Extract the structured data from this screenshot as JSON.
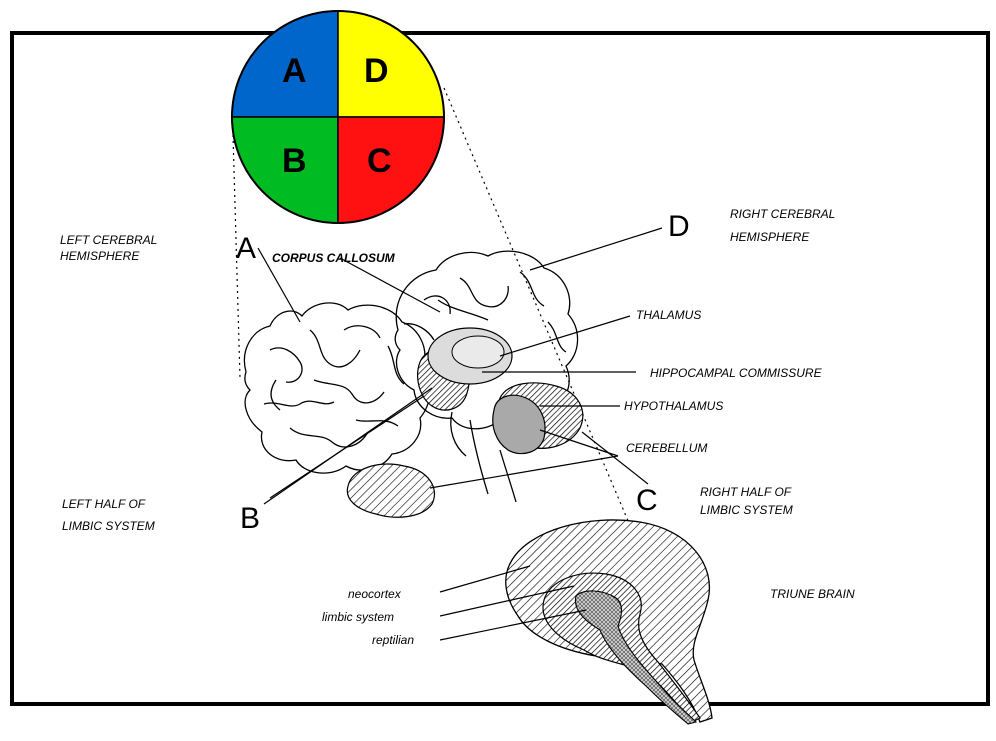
{
  "quadrants": [
    {
      "letter": "A",
      "color": "#0066cc"
    },
    {
      "letter": "D",
      "color": "#ffff00"
    },
    {
      "letter": "B",
      "color": "#00bb22"
    },
    {
      "letter": "C",
      "color": "#ff1111"
    }
  ],
  "markers": {
    "a": "A",
    "b": "B",
    "c": "C",
    "d": "D"
  },
  "labels": {
    "left_hemisphere": [
      "LEFT CEREBRAL",
      "HEMISPHERE"
    ],
    "right_hemisphere": [
      "RIGHT CEREBRAL",
      "HEMISPHERE"
    ],
    "left_limbic": [
      "LEFT HALF OF",
      "LIMBIC SYSTEM"
    ],
    "right_limbic": [
      "RIGHT HALF OF",
      "LIMBIC SYSTEM"
    ],
    "corpus_callosum": "CORPUS CALLOSUM",
    "thalamus": "THALAMUS",
    "hippocampal_commissure": "HIPPOCAMPAL COMMISSURE",
    "hypothalamus": "HYPOTHALAMUS",
    "cerebellum": "CEREBELLUM",
    "triune_brain": "TRIUNE BRAIN",
    "neocortex": "neocortex",
    "limbic_system": "limbic system",
    "reptilian": "reptilian"
  }
}
